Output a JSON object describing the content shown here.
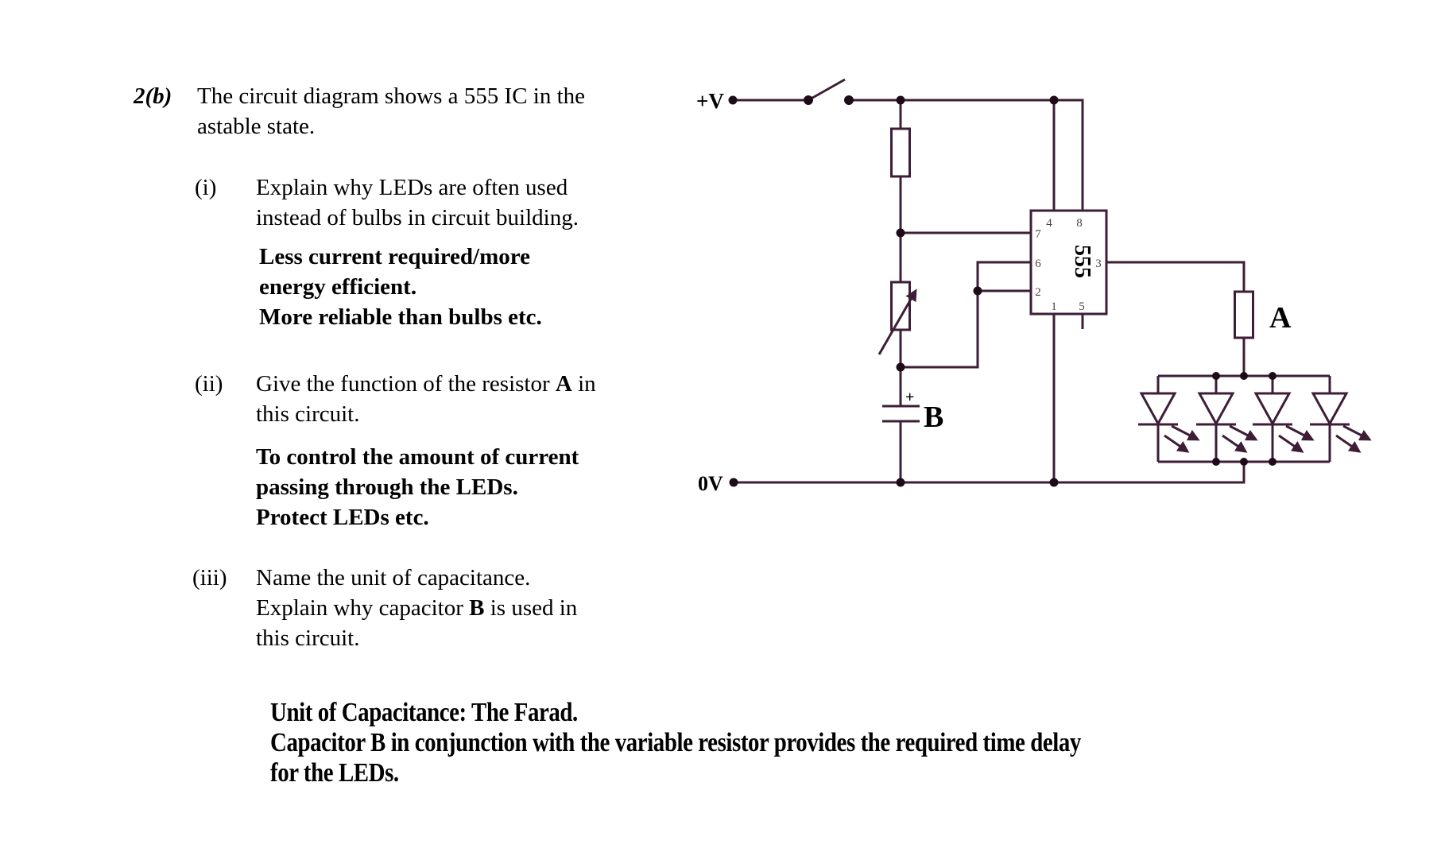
{
  "intro": {
    "qnum": "2(b)",
    "line1": "The circuit diagram shows a 555 IC in the",
    "line2": "astable state."
  },
  "part_i": {
    "label": "(i)",
    "q1": "Explain why LEDs are often used",
    "q2": "instead of bulbs in circuit building.",
    "a1": "Less current required/more",
    "a2": "energy efficient.",
    "a3": "More reliable than bulbs etc."
  },
  "part_ii": {
    "label": "(ii)",
    "q1_pre": "Give the function of the resistor ",
    "q1_bold": "A",
    "q1_post": " in",
    "q2": "this circuit.",
    "a1": "To control the amount of current",
    "a2": "passing through the LEDs.",
    "a3": "Protect LEDs etc."
  },
  "part_iii": {
    "label": "(iii)",
    "q1": "Name the unit of capacitance.",
    "q2_pre": "Explain why capacitor ",
    "q2_bold": "B",
    "q2_post": " is used in",
    "q3": "this circuit."
  },
  "answer_iii": {
    "line1": "Unit of Capacitance: The Farad.",
    "line2": "Capacitor B in conjunction with the variable resistor provides the required time delay",
    "line3": "for the LEDs."
  },
  "circuit": {
    "supply_label": "+V",
    "ground_label": "0V",
    "ic_label": "555",
    "resistor_label": "A",
    "capacitor_label": "B",
    "capacitor_polarity": "+",
    "pins": {
      "pin4": "4",
      "pin8": "8",
      "pin7": "7",
      "pin6": "6",
      "pin2": "2",
      "pin3": "3",
      "pin1": "1",
      "pin5": "5"
    },
    "colors": {
      "wire": "#3d1e36",
      "junction_dot": "#1d0c17",
      "pin_text": "#4f3f49",
      "text": "#000000"
    }
  }
}
